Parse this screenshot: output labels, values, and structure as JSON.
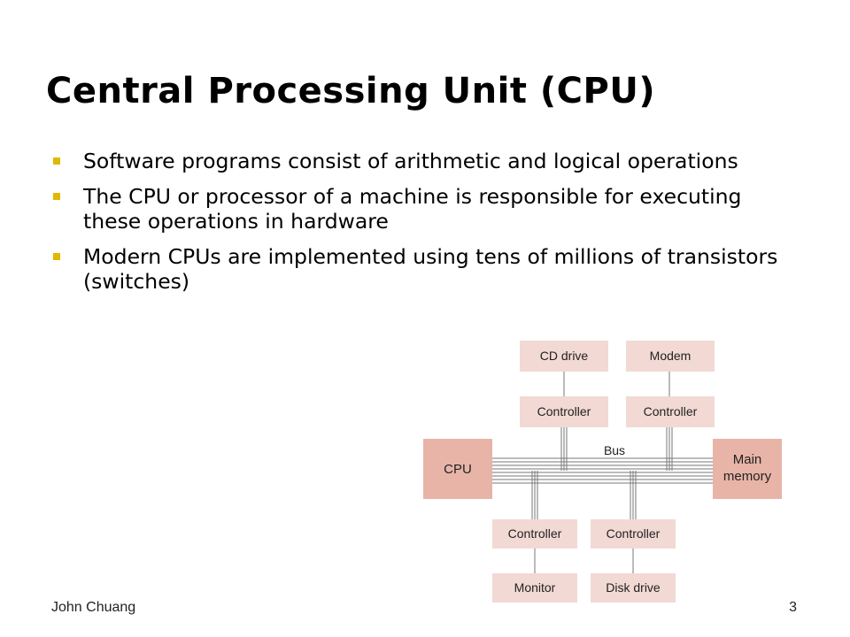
{
  "slide": {
    "title": "Central Processing Unit (CPU)",
    "bullets": [
      "Software programs consist of arithmetic and logical operations",
      "The CPU or processor of a machine is responsible for executing these operations in hardware",
      "Modern CPUs are implemented using tens of millions of transistors (switches)"
    ],
    "bullet_marker_color": "#e0b800"
  },
  "diagram": {
    "bus_label": "Bus",
    "cpu": "CPU",
    "main_memory": [
      "Main",
      "memory"
    ],
    "cd_drive": "CD drive",
    "modem": "Modem",
    "controller": "Controller",
    "monitor": "Monitor",
    "disk_drive": "Disk drive",
    "box_fill": "#f2d9d4",
    "primary_box_fill": "#e8b4a8"
  },
  "footer": {
    "author": "John Chuang",
    "page_number": "3"
  }
}
